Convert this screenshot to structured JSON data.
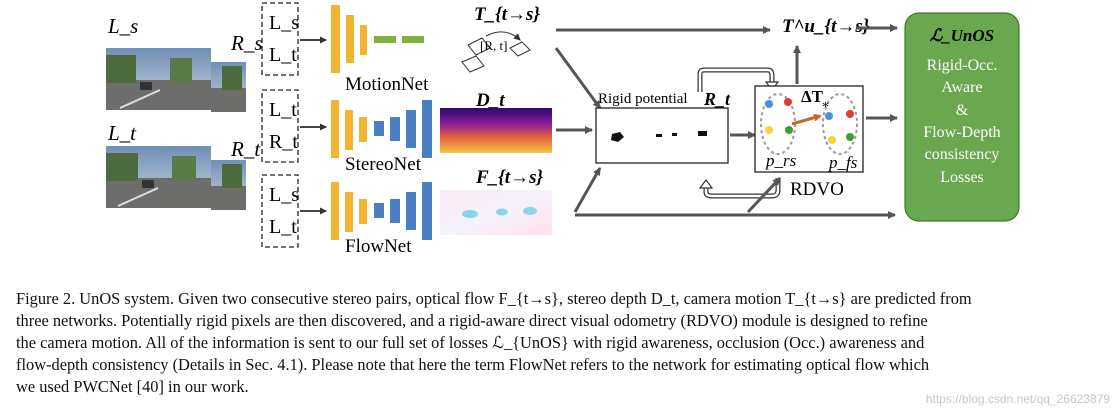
{
  "figure": {
    "inputs": {
      "left_top_label": "L_s",
      "right_top_label": "R_s",
      "left_bottom_label": "L_t",
      "right_bottom_label": "R_t"
    },
    "pair_boxes": {
      "motion": [
        "L_s",
        "L_t"
      ],
      "stereo": [
        "L_t",
        "R_t"
      ],
      "flow": [
        "L_s",
        "L_t"
      ]
    },
    "networks": {
      "motion": "MotionNet",
      "stereo": "StereoNet",
      "flow": "FlowNet"
    },
    "outputs": {
      "pose_label": "T_{t→s}",
      "pose_inner": "[R, t]",
      "depth_label": "D_t",
      "flow_label": "F_{t→s}"
    },
    "rigid_box": {
      "label": "Rigid potential",
      "symbol": "R_t"
    },
    "rdvo": {
      "label": "RDVO",
      "delta": "ΔT",
      "star": "*",
      "prs": "p_rs",
      "pfs": "p_fs",
      "tu": "T^u_{t→s}"
    },
    "loss_box": {
      "symbol": "ℒ_UnOS",
      "lines": [
        "Rigid-Occ.",
        "Aware",
        "&",
        "Flow-Depth",
        "consistency",
        "Losses"
      ]
    },
    "colors": {
      "encoder": "#f2b531",
      "motion_fc": "#7fb13c",
      "decoder": "#4b7fc4",
      "loss_fill": "#6aa84f",
      "arrow": "#555555",
      "dot_red": "#e53935",
      "dot_yellow": "#f5d33c",
      "dot_green": "#3a9e3a",
      "dot_blue": "#4a90d9",
      "delta_arrow": "#c0692b"
    }
  },
  "caption": {
    "lines": [
      "Figure 2. UnOS system. Given two consecutive stereo pairs, optical flow F_{t→s}, stereo depth D_t, camera motion T_{t→s} are predicted from",
      "three networks. Potentially rigid pixels are then discovered, and a rigid-aware direct visual odometry (RDVO) module is designed to refine",
      "the camera motion. All of the information is sent to our full set of losses ℒ_{UnOS} with rigid awareness, occlusion (Occ.) awareness and",
      "flow-depth consistency (Details in Sec. 4.1). Please note that here the term FlowNet refers to the network for estimating optical flow which",
      "we used PWCNet [40] in our work."
    ]
  },
  "watermark": "https://blog.csdn.net/qq_26623879"
}
